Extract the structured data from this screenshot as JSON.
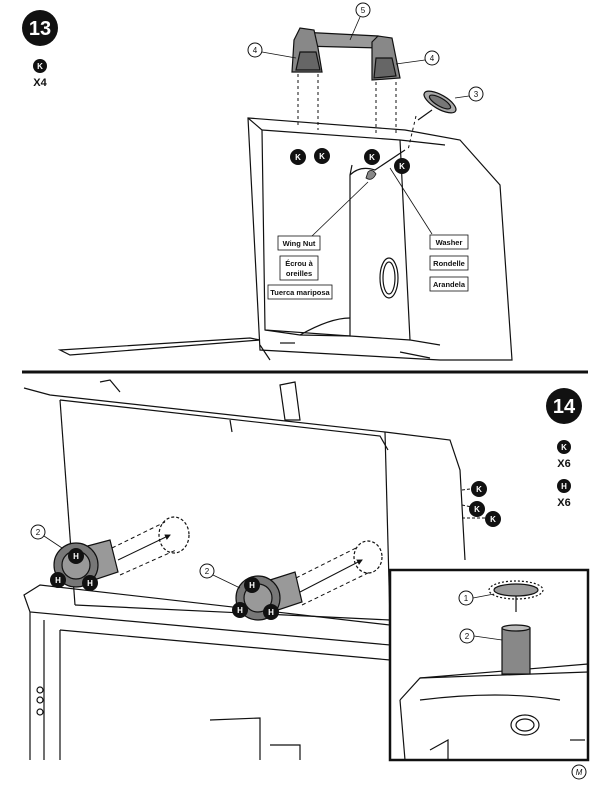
{
  "step13": {
    "number": "13",
    "part_badge": "K",
    "part_qty": "X4",
    "callouts": [
      "5",
      "4",
      "4",
      "3"
    ],
    "wing_nut": {
      "en": "Wing Nut",
      "fr_line1": "Écrou à",
      "fr_line2": "oreilles",
      "es": "Tuerca mariposa"
    },
    "washer": {
      "en": "Washer",
      "fr": "Rondelle",
      "es": "Arandela"
    },
    "hardware_badges": [
      "K",
      "K",
      "K",
      "K"
    ]
  },
  "step14": {
    "number": "14",
    "parts": [
      {
        "badge": "K",
        "qty": "X6"
      },
      {
        "badge": "H",
        "qty": "X6"
      }
    ],
    "callouts": [
      "2",
      "2"
    ],
    "hardware_badges_h": [
      "H",
      "H",
      "H",
      "H",
      "H",
      "H"
    ],
    "hardware_badges_k": [
      "K",
      "K",
      "K"
    ],
    "inset_callouts": [
      "1",
      "2"
    ]
  },
  "footer": {
    "logo_letter": "M"
  }
}
